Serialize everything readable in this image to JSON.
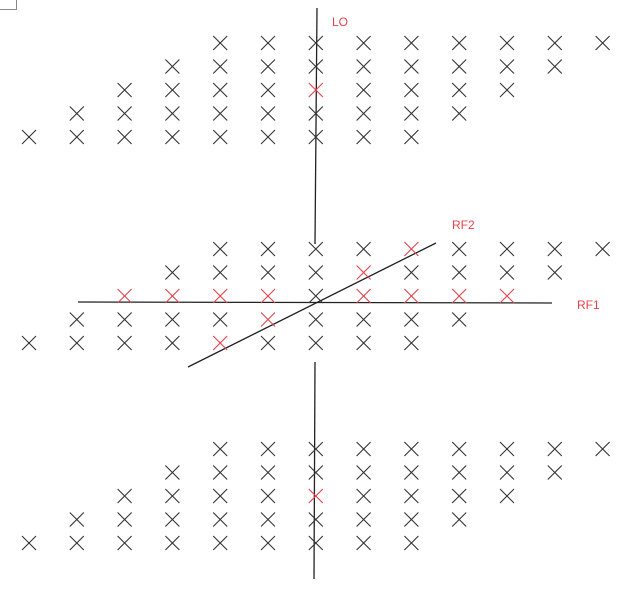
{
  "colors": {
    "mark": "#333333",
    "highlight": "#e8424b",
    "line": "#222222",
    "label": "#e8424b"
  },
  "labels": {
    "lo": "LO",
    "rf2": "RF2",
    "rf1": "RF1"
  },
  "grid": {
    "columns": 13,
    "rows_per_block": 5,
    "blocks": [
      {
        "name": "top",
        "rows": [
          {
            "from": 4,
            "to": 12
          },
          {
            "from": 3,
            "to": 11
          },
          {
            "from": 2,
            "to": 10
          },
          {
            "from": 1,
            "to": 9
          },
          {
            "from": 0,
            "to": 8
          }
        ],
        "highlighted": [
          [
            2,
            6
          ]
        ]
      },
      {
        "name": "middle",
        "rows": [
          {
            "from": 4,
            "to": 12
          },
          {
            "from": 3,
            "to": 11
          },
          {
            "from": 2,
            "to": 10
          },
          {
            "from": 1,
            "to": 9
          },
          {
            "from": 0,
            "to": 8
          }
        ],
        "highlighted": [
          [
            0,
            8
          ],
          [
            1,
            7
          ],
          [
            2,
            2
          ],
          [
            2,
            3
          ],
          [
            2,
            4
          ],
          [
            2,
            5
          ],
          [
            2,
            7
          ],
          [
            2,
            8
          ],
          [
            2,
            9
          ],
          [
            2,
            10
          ],
          [
            3,
            5
          ],
          [
            4,
            4
          ]
        ]
      },
      {
        "name": "bottom",
        "rows": [
          {
            "from": 4,
            "to": 12
          },
          {
            "from": 3,
            "to": 11
          },
          {
            "from": 2,
            "to": 10
          },
          {
            "from": 1,
            "to": 9
          },
          {
            "from": 0,
            "to": 8
          }
        ],
        "highlighted": [
          [
            2,
            6
          ]
        ]
      }
    ]
  }
}
